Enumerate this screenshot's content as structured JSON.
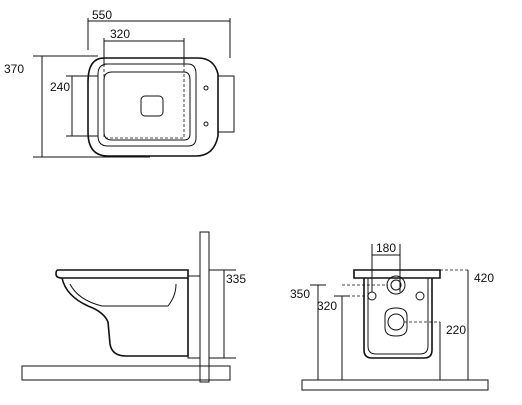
{
  "top_view": {
    "overall_width": "550",
    "bowl_width": "320",
    "overall_depth": "370",
    "bowl_depth": "240"
  },
  "side_view": {
    "height": "335"
  },
  "front_view": {
    "waste_spacing": "180",
    "height_top": "420",
    "height_fixing": "350",
    "height_inlet": "320",
    "height_outlet": "220"
  }
}
